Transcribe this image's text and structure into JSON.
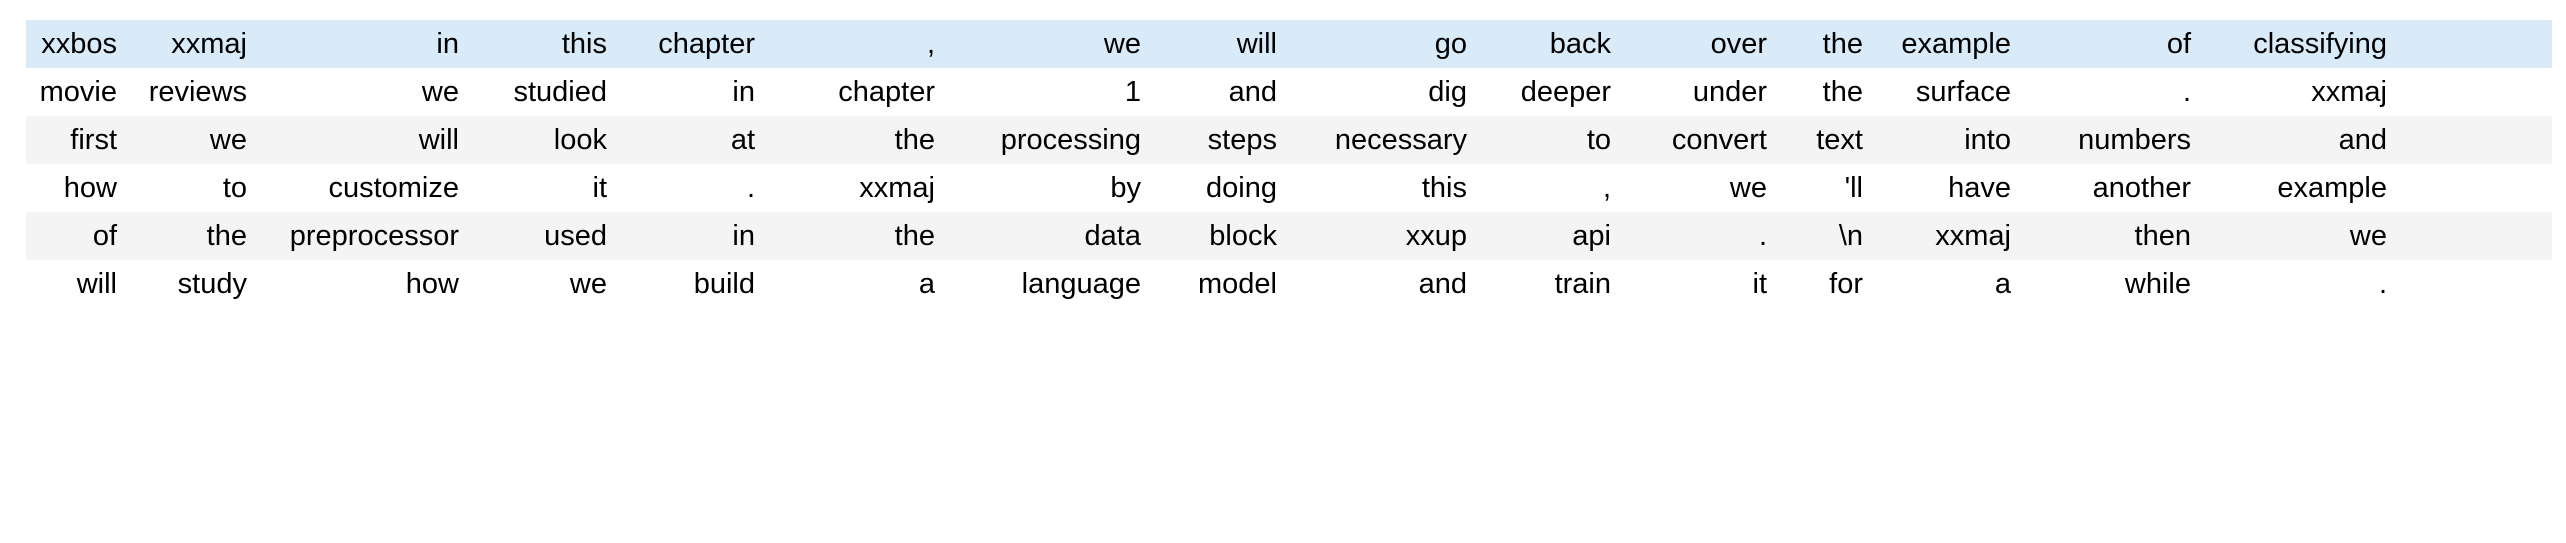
{
  "table": {
    "kind": "tokenized-text-grid",
    "row_count": 6,
    "column_count": 16,
    "colors": {
      "highlight_row_background": "#d9eaf8",
      "odd_row_background": "#f4f4f4",
      "even_row_background": "#ffffff",
      "page_background": "#ffffff",
      "text": "#000000"
    },
    "rows": [
      {
        "style": "highlight",
        "cells": [
          "xxbos",
          "xxmaj",
          "in",
          "this",
          "chapter",
          ",",
          "we",
          "will",
          "go",
          "back",
          "over",
          "the",
          "example",
          "of",
          "classifying",
          ""
        ]
      },
      {
        "style": "even",
        "cells": [
          "movie",
          "reviews",
          "we",
          "studied",
          "in",
          "chapter",
          "1",
          "and",
          "dig",
          "deeper",
          "under",
          "the",
          "surface",
          ".",
          "xxmaj",
          ""
        ]
      },
      {
        "style": "odd",
        "cells": [
          "first",
          "we",
          "will",
          "look",
          "at",
          "the",
          "processing",
          "steps",
          "necessary",
          "to",
          "convert",
          "text",
          "into",
          "numbers",
          "and",
          ""
        ]
      },
      {
        "style": "even",
        "cells": [
          "how",
          "to",
          "customize",
          "it",
          ".",
          "xxmaj",
          "by",
          "doing",
          "this",
          ",",
          "we",
          "'ll",
          "have",
          "another",
          "example",
          ""
        ]
      },
      {
        "style": "odd",
        "cells": [
          "of",
          "the",
          "preprocessor",
          "used",
          "in",
          "the",
          "data",
          "block",
          "xxup",
          "api",
          ".",
          "\\n",
          "xxmaj",
          "then",
          "we",
          ""
        ]
      },
      {
        "style": "even",
        "cells": [
          "will",
          "study",
          "how",
          "we",
          "build",
          "a",
          "language",
          "model",
          "and",
          "train",
          "it",
          "for",
          "a",
          "while",
          ".",
          ""
        ]
      }
    ]
  }
}
